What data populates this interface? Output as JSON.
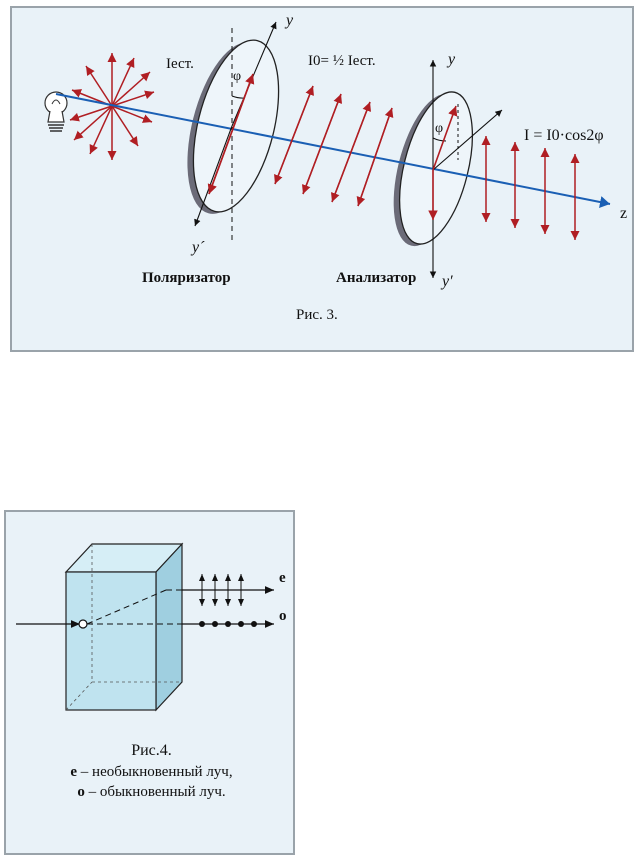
{
  "figure3": {
    "label_i_nat": "Iест.",
    "label_i0": "I0= ½ Iест.",
    "label_i_out": "I = I0·cos2φ",
    "axis_y": "y",
    "axis_y_prime_1": "y´",
    "axis_y_prime_2": "y′",
    "axis_z": "z",
    "phi": "φ",
    "polarizer": "Поляризатор",
    "analyzer": "Анализатор",
    "caption": "Рис. 3."
  },
  "figure4": {
    "ray_e": "e",
    "ray_o": "o",
    "caption": "Рис.4.",
    "legend_e_key": "e",
    "legend_e_text": " – необыкновенный луч,",
    "legend_o_key": "o",
    "legend_o_text": " – обыкновенный луч."
  },
  "colors": {
    "panel_bg": "#e9f2f8",
    "beam": "#1a5fb4",
    "vector": "#b01e23",
    "crystal": "#bfe3ef"
  }
}
